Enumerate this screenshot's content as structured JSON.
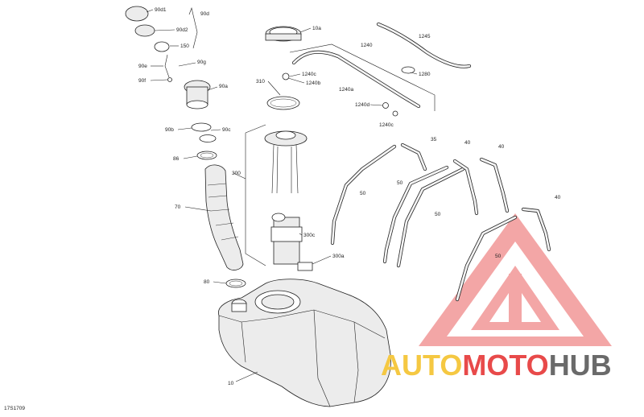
{
  "diagram": {
    "code": "17S1709",
    "callouts": [
      {
        "id": "c-90d1",
        "text": "90d1"
      },
      {
        "id": "c-90d",
        "text": "90d"
      },
      {
        "id": "c-90d2",
        "text": "90d2"
      },
      {
        "id": "c-150",
        "text": "150"
      },
      {
        "id": "c-90g",
        "text": "90g"
      },
      {
        "id": "c-90e",
        "text": "90e"
      },
      {
        "id": "c-90f",
        "text": "90f"
      },
      {
        "id": "c-90a",
        "text": "90a"
      },
      {
        "id": "c-90b",
        "text": "90b"
      },
      {
        "id": "c-90c",
        "text": "90c"
      },
      {
        "id": "c-86",
        "text": "86"
      },
      {
        "id": "c-70",
        "text": "70"
      },
      {
        "id": "c-80",
        "text": "80"
      },
      {
        "id": "c-10",
        "text": "10"
      },
      {
        "id": "c-10a",
        "text": "10a"
      },
      {
        "id": "c-310",
        "text": "310"
      },
      {
        "id": "c-300",
        "text": "300"
      },
      {
        "id": "c-300c",
        "text": "300c"
      },
      {
        "id": "c-300a",
        "text": "300a"
      },
      {
        "id": "c-1240",
        "text": "1240"
      },
      {
        "id": "c-1245",
        "text": "1245"
      },
      {
        "id": "c-1240c-a",
        "text": "1240c"
      },
      {
        "id": "c-1240b",
        "text": "1240b"
      },
      {
        "id": "c-1240a",
        "text": "1240a"
      },
      {
        "id": "c-1280",
        "text": "1280"
      },
      {
        "id": "c-1240d",
        "text": "1240d"
      },
      {
        "id": "c-1240c-b",
        "text": "1240c"
      },
      {
        "id": "c-35",
        "text": "35"
      },
      {
        "id": "c-40-a",
        "text": "40"
      },
      {
        "id": "c-40-b",
        "text": "40"
      },
      {
        "id": "c-40-c",
        "text": "40"
      },
      {
        "id": "c-50-a",
        "text": "50"
      },
      {
        "id": "c-50-b",
        "text": "50"
      },
      {
        "id": "c-50-c",
        "text": "50"
      },
      {
        "id": "c-50-d",
        "text": "50"
      }
    ]
  },
  "watermark": {
    "part1": "AUTO",
    "part2": "MOTO",
    "part3": "HUB",
    "color_primary": "#f5c842",
    "color_secondary": "#e84a4a",
    "color_tertiary": "#6a6a6a",
    "triangle_color": "#f3a6a6"
  }
}
